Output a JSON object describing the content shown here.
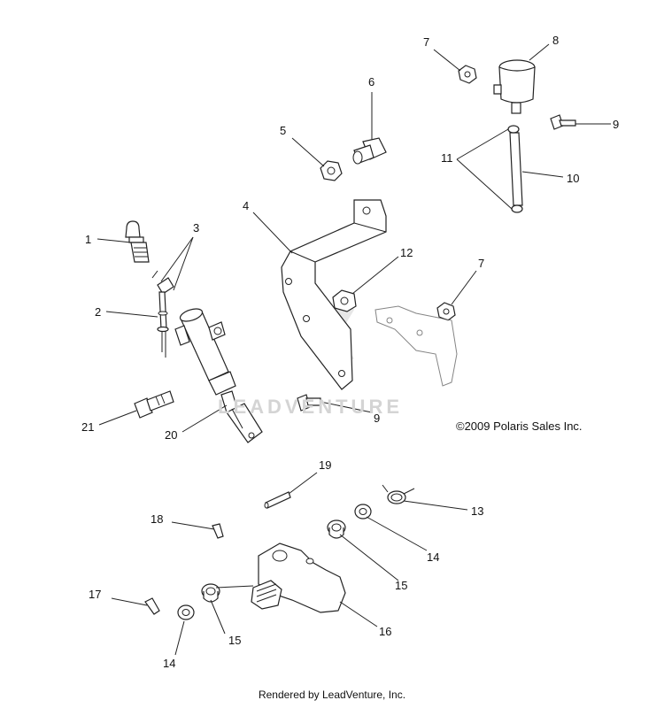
{
  "copyright": "©2009 Polaris Sales Inc.",
  "watermark": "LEADVENTURE",
  "footer": "Rendered by LeadVenture, Inc.",
  "callouts": [
    "1",
    "2",
    "3",
    "4",
    "5",
    "6",
    "7",
    "7",
    "8",
    "9",
    "9",
    "10",
    "11",
    "12",
    "13",
    "14",
    "14",
    "15",
    "15",
    "16",
    "17",
    "18",
    "19",
    "20",
    "21"
  ]
}
